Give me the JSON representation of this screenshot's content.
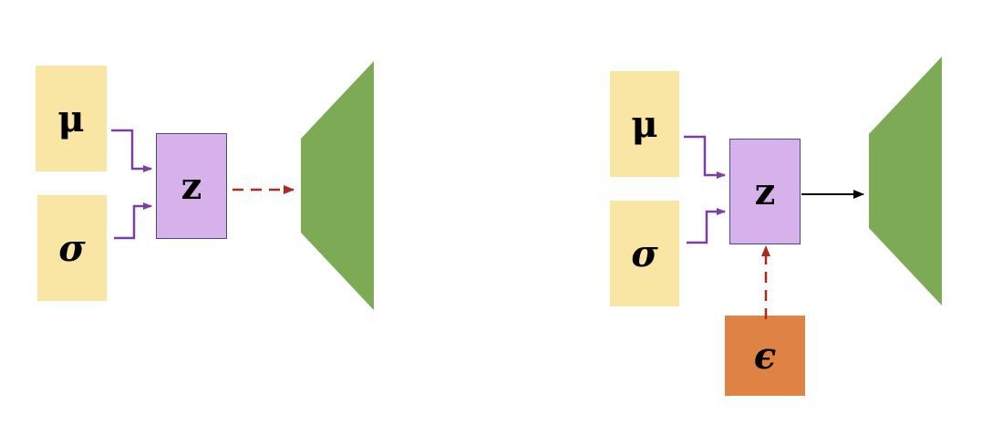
{
  "left_diagram": {
    "mu_label": "μ",
    "sigma_label": "σ",
    "z_label": "z"
  },
  "right_diagram": {
    "mu_label": "μ",
    "sigma_label": "σ",
    "z_label": "z",
    "epsilon_label": "ϵ"
  },
  "colors": {
    "input_box": "#fae6a4",
    "latent_box": "#d6b1ea",
    "latent_border": "#3f4f86",
    "noise_box": "#df8344",
    "decoder": "#7dab55",
    "purple_connector": "#7a3fa0",
    "dashed_arrow": "#a82a20",
    "solid_arrow": "#000000"
  }
}
